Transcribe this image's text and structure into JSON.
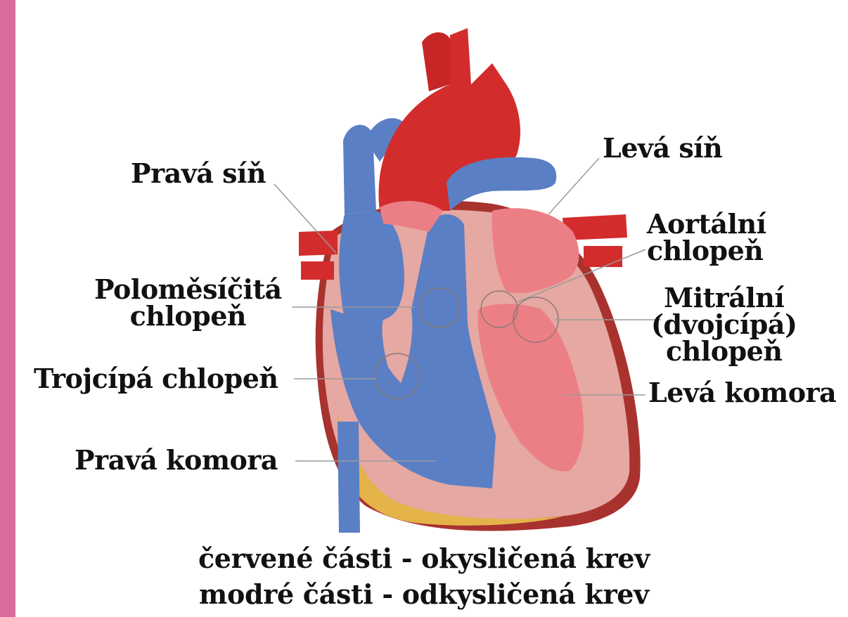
{
  "colors": {
    "side_bar": "#d96b9e",
    "oxygenated": "#d22c2c",
    "deoxygenated": "#5b7fc4",
    "chamber_oxygenated": "#ec7f86",
    "wall": "#e6a8a2"
  },
  "labels": {
    "right_atrium": "Pravá síň",
    "left_atrium": "Levá síň",
    "aortic_valve": [
      "Aortální",
      "chlopeň"
    ],
    "pulmonary_valve": [
      "Poloměsíčitá",
      "chlopeň"
    ],
    "mitral_valve": [
      "Mitrální",
      "(dvojcípá)",
      "chlopeň"
    ],
    "tricuspid_valve": "Trojcípá chlopeň",
    "left_ventricle": "Levá komora",
    "right_ventricle": "Pravá komora"
  },
  "legend": {
    "red_parts": "červené části - okysličená krev",
    "blue_parts": "modré části - odkysličená krev"
  }
}
